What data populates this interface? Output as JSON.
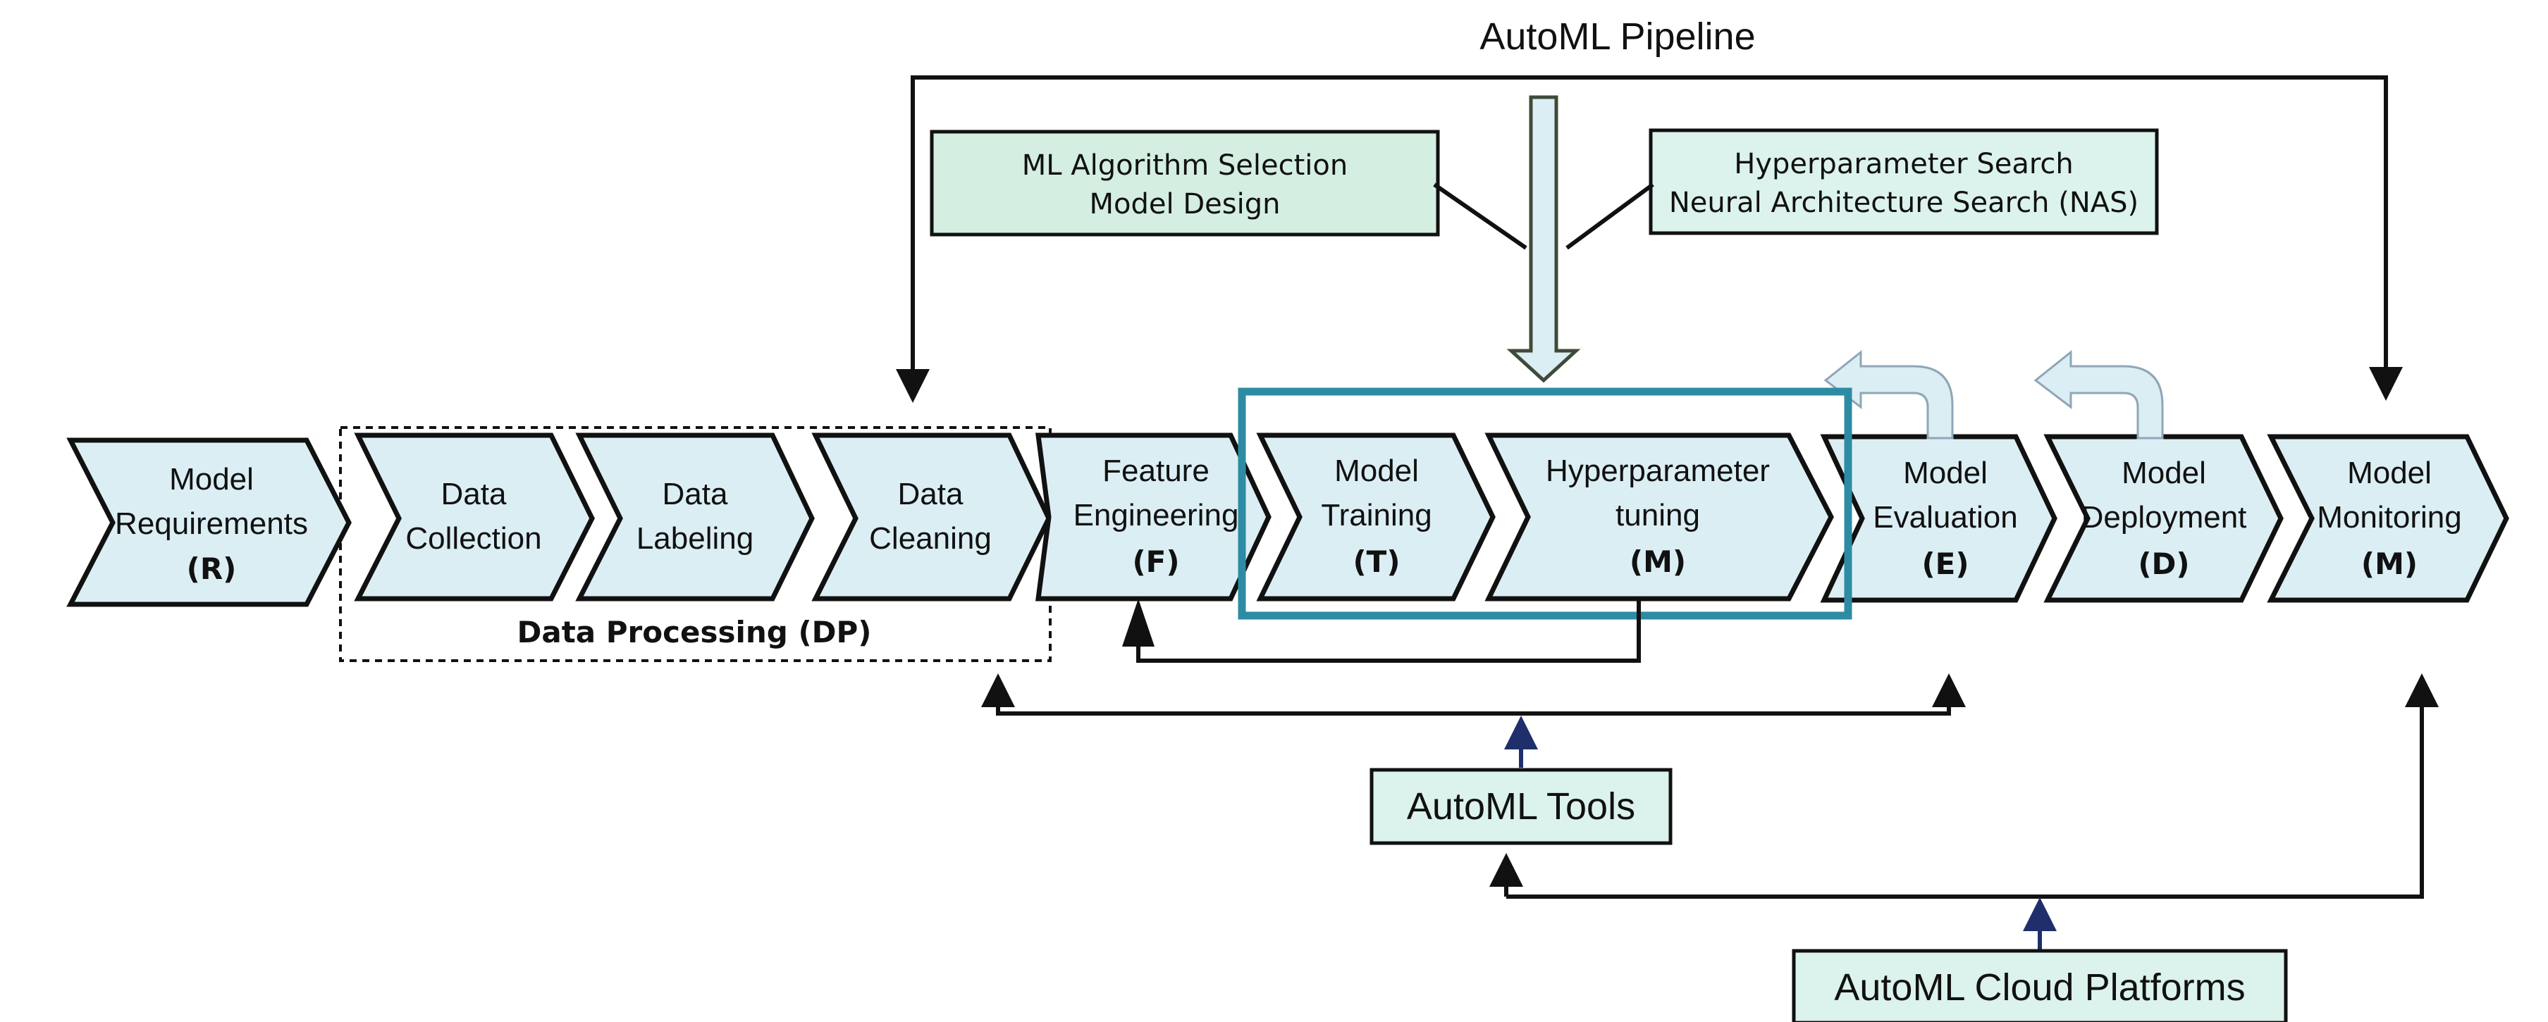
{
  "title": "AutoML Pipeline",
  "top_boxes": {
    "left": [
      "ML Algorithm Selection",
      "Model Design"
    ],
    "right": [
      "Hyperparameter Search",
      "Neural Architecture Search (NAS)"
    ]
  },
  "stages": [
    {
      "lines": [
        "Model",
        "Requirements"
      ],
      "code": "(R)"
    },
    {
      "lines": [
        "Data",
        "Collection"
      ],
      "code": ""
    },
    {
      "lines": [
        "Data",
        "Labeling"
      ],
      "code": ""
    },
    {
      "lines": [
        "Data",
        "Cleaning"
      ],
      "code": ""
    },
    {
      "lines": [
        "Feature",
        "Engineering"
      ],
      "code": "(F)"
    },
    {
      "lines": [
        "Model",
        "Training"
      ],
      "code": "(T)"
    },
    {
      "lines": [
        "Hyperparameter",
        "tuning"
      ],
      "code": "(M)"
    },
    {
      "lines": [
        "Model",
        "Evaluation"
      ],
      "code": "(E)"
    },
    {
      "lines": [
        "Model",
        "Deployment"
      ],
      "code": "(D)"
    },
    {
      "lines": [
        "Model",
        "Monitoring"
      ],
      "code": "(M)"
    }
  ],
  "data_processing_label": "Data Processing (DP)",
  "tools_label": "AutoML Tools",
  "cloud_label": "AutoML Cloud Platforms",
  "colors": {
    "stage_fill": "#dbeef4",
    "box_fill": "#d4eee2",
    "tool_fill": "#dcf2ec",
    "highlight_border": "#2e8ba4",
    "dark_arrow": "#1f2f6b"
  }
}
